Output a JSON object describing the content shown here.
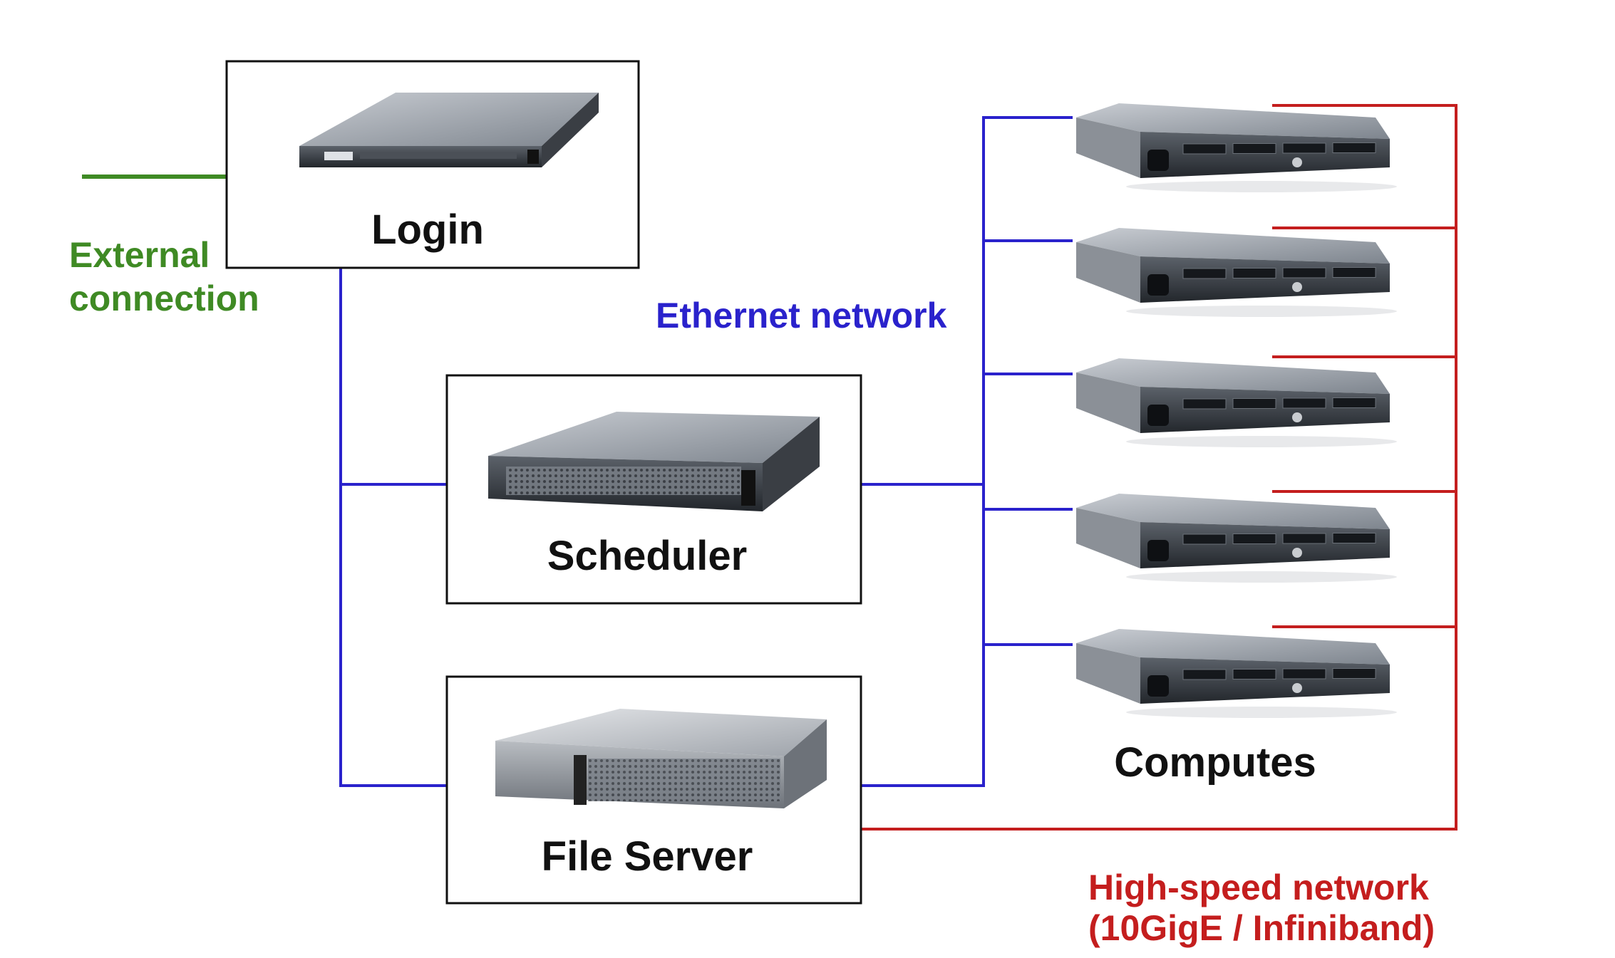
{
  "nodes": {
    "login": {
      "label": "Login"
    },
    "scheduler": {
      "label": "Scheduler"
    },
    "file_server": {
      "label": "File Server"
    },
    "computes": {
      "label": "Computes"
    }
  },
  "networks": {
    "external": {
      "label_line1": "External",
      "label_line2": "connection",
      "color": "#3f8a24"
    },
    "ethernet": {
      "label": "Ethernet network",
      "color": "#2a22cc"
    },
    "high_speed": {
      "label_line1": "High-speed network",
      "label_line2": "(10GigE / Infiniband)",
      "color": "#c41e1e"
    }
  },
  "compute_server_count": 5,
  "icons": {
    "server_icon": "rack-server-icon"
  }
}
